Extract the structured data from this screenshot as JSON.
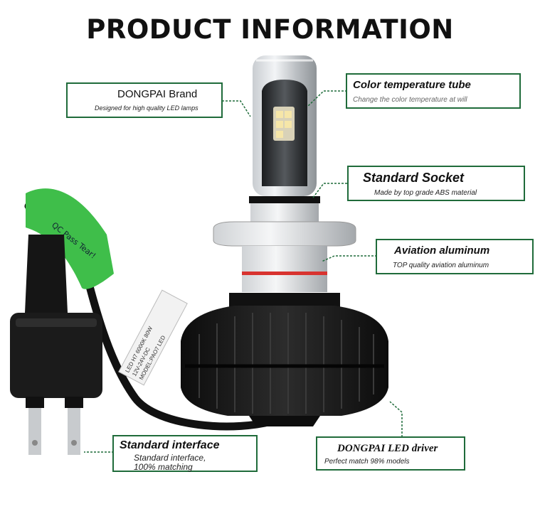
{
  "title": "PRODUCT INFORMATION",
  "callouts": {
    "brand": {
      "heading": "DONGPAI Brand",
      "sub": "Designed for high quality LED lamps"
    },
    "color_tube": {
      "heading": "Color temperature tube",
      "sub": "Change the color temperature at will"
    },
    "socket": {
      "heading": "Standard Socket",
      "sub": "Made by top grade ABS material"
    },
    "aluminum": {
      "heading": "Aviation aluminum",
      "sub": "TOP quality aviation aluminum"
    },
    "interface": {
      "heading": "Standard interface",
      "sub1": "Standard interface,",
      "sub2": "100% matching"
    },
    "driver": {
      "heading": "DONGPAI LED driver",
      "sub": "Perfect match 98% models"
    }
  },
  "product_labels": {
    "green_tag": "QC Pass   Tear!",
    "cable_label_1": "LED H7 6000K 80W",
    "cable_label_2": "12V-24V-DC",
    "cable_label_3": "MODEL:PAO7 LED"
  },
  "colors": {
    "accent": "#1f6b3a",
    "tag": "#3fbe4a",
    "ring": "#d8332f"
  }
}
